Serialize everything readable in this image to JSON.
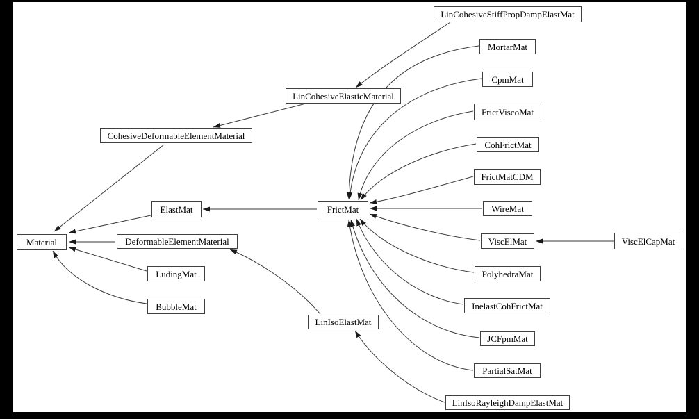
{
  "diagram": {
    "type": "class-inheritance-graph",
    "background_color": "#000000",
    "canvas_color": "#ffffff",
    "node_border_color": "#404040",
    "edge_color": "#3a3a3a",
    "nodes": {
      "material": {
        "label": "Material"
      },
      "cohesive_deformable": {
        "label": "CohesiveDeformableElementMaterial"
      },
      "lin_cohesive_elastic": {
        "label": "LinCohesiveElasticMaterial"
      },
      "lin_cohesive_stiff": {
        "label": "LinCohesiveStiffPropDampElastMat"
      },
      "mortar": {
        "label": "MortarMat"
      },
      "cpm": {
        "label": "CpmMat"
      },
      "frict_visco": {
        "label": "FrictViscoMat"
      },
      "coh_frict": {
        "label": "CohFrictMat"
      },
      "frict_cdm": {
        "label": "FrictMatCDM"
      },
      "wire": {
        "label": "WireMat"
      },
      "visc_el": {
        "label": "ViscElMat"
      },
      "visc_el_cap": {
        "label": "ViscElCapMat"
      },
      "polyhedra": {
        "label": "PolyhedraMat"
      },
      "inelast_coh_frict": {
        "label": "InelastCohFrictMat"
      },
      "jcfpm": {
        "label": "JCFpmMat"
      },
      "partial_sat": {
        "label": "PartialSatMat"
      },
      "lin_iso_rayleigh": {
        "label": "LinIsoRayleighDampElastMat"
      },
      "lin_iso_elast": {
        "label": "LinIsoElastMat"
      },
      "elast": {
        "label": "ElastMat"
      },
      "deformable": {
        "label": "DeformableElementMaterial"
      },
      "luding": {
        "label": "LudingMat"
      },
      "bubble": {
        "label": "BubbleMat"
      },
      "frict": {
        "label": "FrictMat"
      }
    },
    "edges": [
      {
        "from": "CohesiveDeformableElementMaterial",
        "to": "Material"
      },
      {
        "from": "ElastMat",
        "to": "Material"
      },
      {
        "from": "DeformableElementMaterial",
        "to": "Material"
      },
      {
        "from": "LudingMat",
        "to": "Material"
      },
      {
        "from": "BubbleMat",
        "to": "Material"
      },
      {
        "from": "LinCohesiveElasticMaterial",
        "to": "CohesiveDeformableElementMaterial"
      },
      {
        "from": "LinCohesiveStiffPropDampElastMat",
        "to": "LinCohesiveElasticMaterial"
      },
      {
        "from": "FrictMat",
        "to": "ElastMat"
      },
      {
        "from": "LinIsoElastMat",
        "to": "DeformableElementMaterial"
      },
      {
        "from": "LinIsoRayleighDampElastMat",
        "to": "LinIsoElastMat"
      },
      {
        "from": "MortarMat",
        "to": "FrictMat"
      },
      {
        "from": "CpmMat",
        "to": "FrictMat"
      },
      {
        "from": "FrictViscoMat",
        "to": "FrictMat"
      },
      {
        "from": "CohFrictMat",
        "to": "FrictMat"
      },
      {
        "from": "FrictMatCDM",
        "to": "FrictMat"
      },
      {
        "from": "WireMat",
        "to": "FrictMat"
      },
      {
        "from": "ViscElMat",
        "to": "FrictMat"
      },
      {
        "from": "PolyhedraMat",
        "to": "FrictMat"
      },
      {
        "from": "InelastCohFrictMat",
        "to": "FrictMat"
      },
      {
        "from": "JCFpmMat",
        "to": "FrictMat"
      },
      {
        "from": "PartialSatMat",
        "to": "FrictMat"
      },
      {
        "from": "ViscElCapMat",
        "to": "ViscElMat"
      },
      {
        "from": "LinIsoRayleighDampElastMat",
        "to": "LinIsoElastMat"
      }
    ]
  }
}
